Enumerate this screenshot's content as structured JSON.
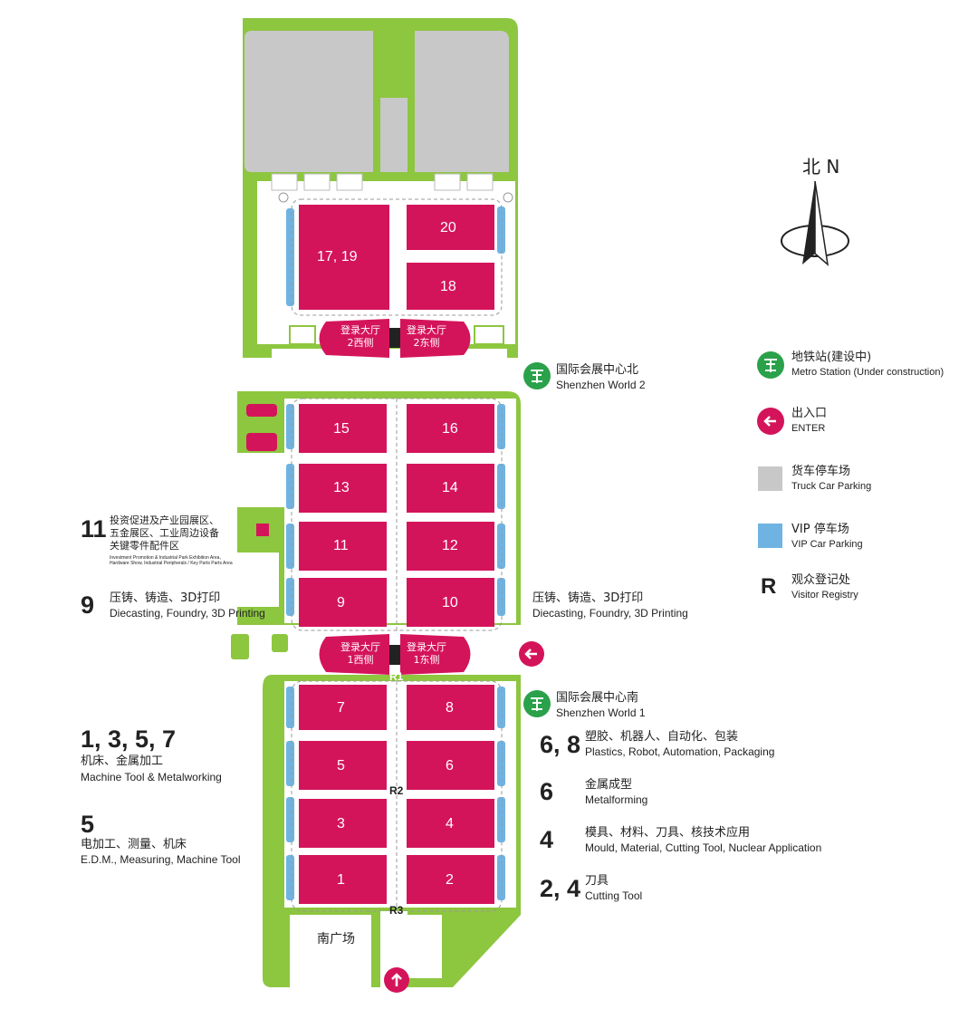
{
  "compass": {
    "label": "北 N"
  },
  "halls": {
    "h17_19": "17, 19",
    "h20": "20",
    "h18": "18",
    "h15": "15",
    "h16": "16",
    "h13": "13",
    "h14": "14",
    "h11": "11",
    "h12": "12",
    "h9": "9",
    "h10": "10",
    "h7": "7",
    "h8": "8",
    "h5": "5",
    "h6": "6",
    "h3": "3",
    "h4": "4",
    "h1": "1",
    "h2": "2"
  },
  "lobbies": {
    "l2w": [
      "登录大厅",
      "2西侧"
    ],
    "l2e": [
      "登录大厅",
      "2东侧"
    ],
    "l1w": [
      "登录大厅",
      "1西侧"
    ],
    "l1e": [
      "登录大厅",
      "1东侧"
    ]
  },
  "roads": {
    "r1": "R1",
    "r2": "R2",
    "r3": "R3"
  },
  "plaza": "南广场",
  "stations": {
    "north": {
      "cn": "国际会展中心北",
      "en": "Shenzhen World 2"
    },
    "south": {
      "cn": "国际会展中心南",
      "en": "Shenzhen World 1"
    }
  },
  "legend": {
    "metro": {
      "cn": "地铁站(建设中)",
      "en": "Metro Station (Under construction)"
    },
    "enter": {
      "cn": "出入口",
      "en": "ENTER"
    },
    "truck": {
      "cn": "货车停车场",
      "en": "Truck Car Parking"
    },
    "vip": {
      "cn": "VIP 停车场",
      "en": "VIP Car Parking"
    },
    "registry": {
      "symbol": "R",
      "cn": "观众登记处",
      "en": "Visitor Registry"
    }
  },
  "left_labels": {
    "h11": {
      "num": "11",
      "cn": [
        "投资促进及产业园展区、",
        "五金展区、工业周边设备",
        "关键零件配件区"
      ],
      "en": [
        "Investment Promotion & Industrial Park Exhibition Area,",
        "Hardware Show, Industrial Peripherals / Key Parts Parts Area"
      ]
    },
    "h9": {
      "num": "9",
      "cn": "压铸、铸造、3D打印",
      "en": "Diecasting, Foundry, 3D Printing"
    },
    "h1357": {
      "num": "1, 3, 5, 7",
      "cn": "机床、金属加工",
      "en": "Machine Tool & Metalworking"
    },
    "h5": {
      "num": "5",
      "cn": "电加工、测量、机床",
      "en": "E.D.M., Measuring, Machine Tool"
    }
  },
  "right_labels": {
    "h10": {
      "cn": "压铸、铸造、3D打印",
      "en": "Diecasting, Foundry, 3D Printing"
    },
    "h68": {
      "num": "6, 8",
      "cn": "塑胶、机器人、自动化、包装",
      "en": "Plastics, Robot, Automation, Packaging"
    },
    "h6": {
      "num": "6",
      "cn": "金属成型",
      "en": "Metalforming"
    },
    "h4": {
      "num": "4",
      "cn": "模具、材料、刀具、核技术应用",
      "en": "Mould, Material, Cutting Tool, Nuclear Application"
    },
    "h24": {
      "num": "2, 4",
      "cn": "刀具",
      "en": "Cutting Tool"
    }
  },
  "colors": {
    "hall": "#d4145a",
    "green": "#8dc63f",
    "truck_parking": "#c8c8c8",
    "vip_parking": "#6fb3e2",
    "metro": "#2aa14a",
    "enter": "#d4145a"
  }
}
